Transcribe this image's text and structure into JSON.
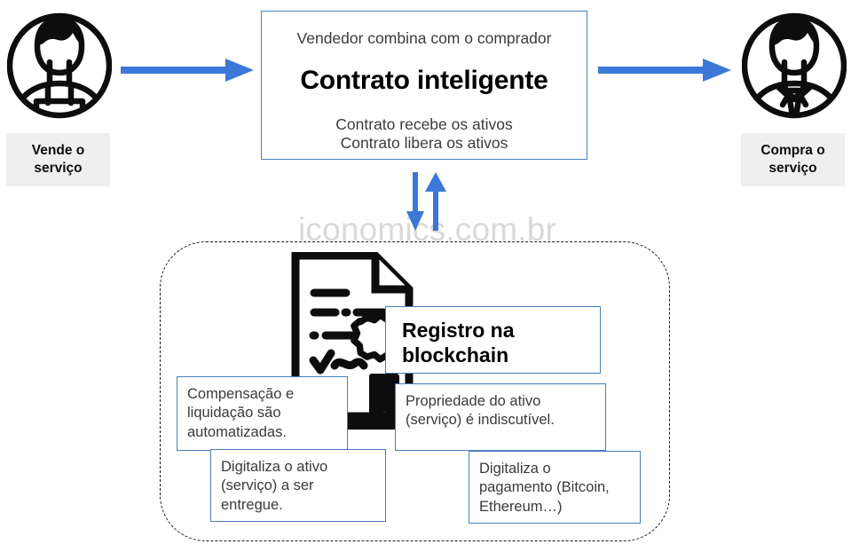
{
  "watermark": {
    "text": "iconomics.com.br"
  },
  "colors": {
    "arrow_blue": "#3b78d8",
    "box_border_blue": "#4a7ebb",
    "label_gray_bg": "#efefef",
    "icon_black": "#0d0d0d",
    "watermark_gray": "#d9d9d9",
    "dashed_black": "#1a1a1a"
  },
  "seller": {
    "icon": "person-worker-avatar-icon",
    "label": "Vende o\nserviço"
  },
  "buyer": {
    "icon": "person-suit-avatar-icon",
    "label": "Compra o\nserviço"
  },
  "contract": {
    "subtitle": "Vendedor combina com o comprador",
    "title": "Contrato inteligente",
    "detail_line_1": "Contrato recebe os ativos",
    "detail_line_2": "Contrato libera os ativos"
  },
  "arrows": {
    "seller_to_contract": "arrow-right-icon",
    "contract_to_buyer": "arrow-right-icon",
    "contract_down": "arrow-down-icon",
    "blockchain_up": "arrow-up-icon"
  },
  "blockchain": {
    "document_icon": "signed-document-seal-icon",
    "title": "Registro na\nblockchain",
    "callouts": [
      {
        "name": "compensacao",
        "text": "Compensação e\nliquidação são\nautomatizadas."
      },
      {
        "name": "digitaliza-ativo",
        "text": "Digitaliza o ativo\n(serviço) a ser\nentregue."
      },
      {
        "name": "propriedade",
        "text": "Propriedade do ativo\n(serviço) é indiscutível."
      },
      {
        "name": "digitaliza-pagamento",
        "text": "Digitaliza o\npagamento (Bitcoin,\nEthereum…)"
      }
    ]
  }
}
